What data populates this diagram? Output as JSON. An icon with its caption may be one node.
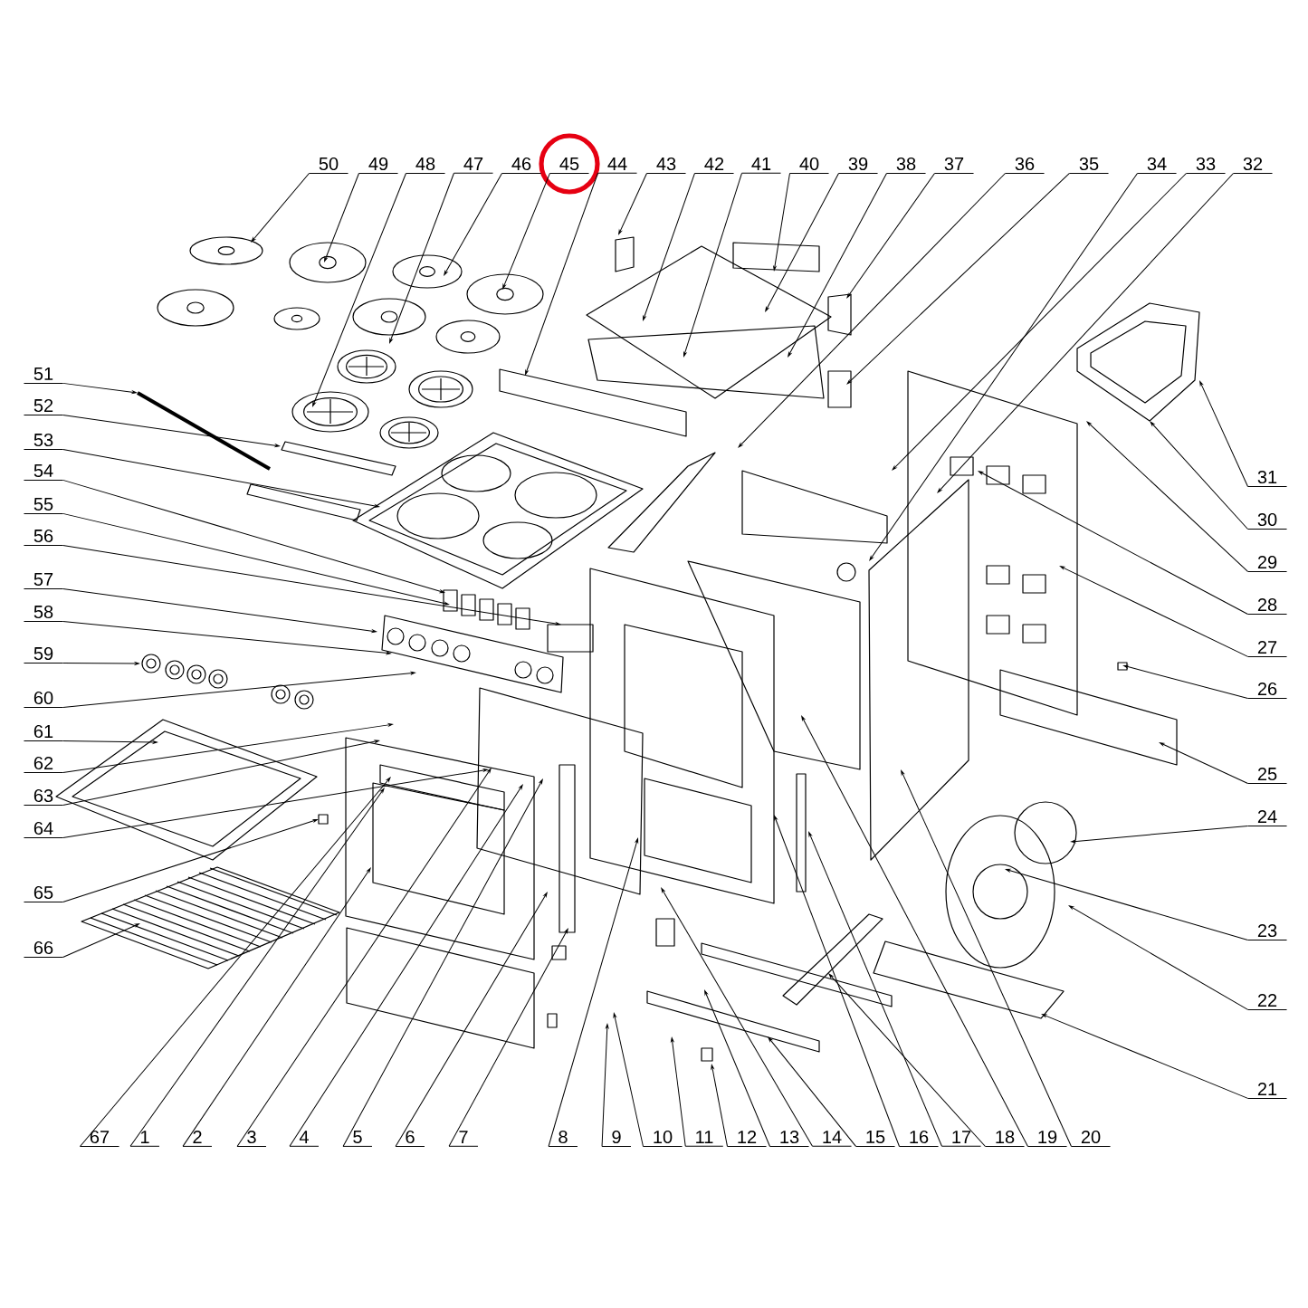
{
  "diagram": {
    "nodes": [
      {
        "text": [
          "1"
        ]
      },
      {
        "text": [
          "2"
        ]
      },
      {
        "text": [
          "3"
        ]
      },
      {
        "text": [
          "4"
        ]
      },
      {
        "text": [
          "5"
        ]
      },
      {
        "text": [
          "6"
        ]
      },
      {
        "text": [
          "7"
        ]
      },
      {
        "text": [
          "8"
        ]
      },
      {
        "text": [
          "9"
        ]
      },
      {
        "text": [
          "10"
        ]
      },
      {
        "text": [
          "11"
        ]
      },
      {
        "text": [
          "12"
        ]
      },
      {
        "text": [
          "13"
        ]
      },
      {
        "text": [
          "14"
        ]
      },
      {
        "text": [
          "15"
        ]
      },
      {
        "text": [
          "16"
        ]
      },
      {
        "text": [
          "17"
        ]
      },
      {
        "text": [
          "18"
        ]
      },
      {
        "text": [
          "19"
        ]
      },
      {
        "text": [
          "20"
        ]
      },
      {
        "text": [
          "21"
        ]
      },
      {
        "text": [
          "22"
        ]
      },
      {
        "text": [
          "23"
        ]
      },
      {
        "text": [
          "24"
        ]
      },
      {
        "text": [
          "25"
        ]
      },
      {
        "text": [
          "26"
        ]
      },
      {
        "text": [
          "27"
        ]
      },
      {
        "text": [
          "28"
        ]
      },
      {
        "text": [
          "29"
        ]
      },
      {
        "text": [
          "30"
        ]
      },
      {
        "text": [
          "31"
        ]
      },
      {
        "text": [
          "32"
        ]
      },
      {
        "text": [
          "33"
        ]
      },
      {
        "text": [
          "34"
        ]
      },
      {
        "text": [
          "35"
        ]
      },
      {
        "text": [
          "36"
        ]
      },
      {
        "text": [
          "37"
        ]
      },
      {
        "text": [
          "38"
        ]
      },
      {
        "text": [
          "39"
        ]
      },
      {
        "text": [
          "40"
        ]
      },
      {
        "text": [
          "41"
        ]
      },
      {
        "text": [
          "42"
        ]
      },
      {
        "text": [
          "43"
        ]
      },
      {
        "text": [
          "44"
        ]
      },
      {
        "text": [
          "45"
        ]
      },
      {
        "text": [
          "46"
        ]
      },
      {
        "text": [
          "47"
        ]
      },
      {
        "text": [
          "48"
        ]
      },
      {
        "text": [
          "49"
        ]
      },
      {
        "text": [
          "50"
        ]
      },
      {
        "text": [
          "51"
        ]
      },
      {
        "text": [
          "52"
        ]
      },
      {
        "text": [
          "53"
        ]
      },
      {
        "text": [
          "54"
        ]
      },
      {
        "text": [
          "55"
        ]
      },
      {
        "text": [
          "56"
        ]
      },
      {
        "text": [
          "57"
        ]
      },
      {
        "text": [
          "58"
        ]
      },
      {
        "text": [
          "59"
        ]
      },
      {
        "text": [
          "60"
        ]
      },
      {
        "text": [
          "61"
        ]
      },
      {
        "text": [
          "62"
        ]
      },
      {
        "text": [
          "63"
        ]
      },
      {
        "text": [
          "64"
        ]
      },
      {
        "text": [
          "65"
        ]
      },
      {
        "text": [
          "66"
        ]
      },
      {
        "text": [
          "67"
        ]
      }
    ],
    "edges": [
      {
        "from": 0,
        "to": null,
        "arrow": "to"
      },
      {
        "from": 1,
        "to": null,
        "arrow": "to"
      },
      {
        "from": 2,
        "to": null,
        "arrow": "to"
      },
      {
        "from": 3,
        "to": null,
        "arrow": "to"
      },
      {
        "from": 4,
        "to": null,
        "arrow": "to"
      },
      {
        "from": 5,
        "to": null,
        "arrow": "to"
      },
      {
        "from": 6,
        "to": null,
        "arrow": "to"
      },
      {
        "from": 7,
        "to": null,
        "arrow": "to"
      },
      {
        "from": 8,
        "to": null,
        "arrow": "to"
      },
      {
        "from": 9,
        "to": null,
        "arrow": "to"
      },
      {
        "from": 10,
        "to": null,
        "arrow": "to"
      },
      {
        "from": 11,
        "to": null,
        "arrow": "to"
      },
      {
        "from": 12,
        "to": null,
        "arrow": "to"
      },
      {
        "from": 13,
        "to": null,
        "arrow": "to"
      },
      {
        "from": 14,
        "to": null,
        "arrow": "to"
      },
      {
        "from": 15,
        "to": null,
        "arrow": "to"
      },
      {
        "from": 16,
        "to": null,
        "arrow": "to"
      },
      {
        "from": 17,
        "to": null,
        "arrow": "to"
      },
      {
        "from": 18,
        "to": null,
        "arrow": "to"
      },
      {
        "from": 19,
        "to": null,
        "arrow": "to"
      },
      {
        "from": 20,
        "to": null,
        "arrow": "to"
      },
      {
        "from": 21,
        "to": null,
        "arrow": "to"
      },
      {
        "from": 22,
        "to": null,
        "arrow": "to"
      },
      {
        "from": 23,
        "to": null,
        "arrow": "to"
      },
      {
        "from": 24,
        "to": null,
        "arrow": "to"
      },
      {
        "from": 25,
        "to": null,
        "arrow": "to"
      },
      {
        "from": 26,
        "to": null,
        "arrow": "to"
      },
      {
        "from": 27,
        "to": null,
        "arrow": "to"
      },
      {
        "from": 28,
        "to": null,
        "arrow": "to"
      },
      {
        "from": 29,
        "to": null,
        "arrow": "to"
      },
      {
        "from": 30,
        "to": null,
        "arrow": "to"
      },
      {
        "from": 31,
        "to": null,
        "arrow": "to"
      },
      {
        "from": 32,
        "to": null,
        "arrow": "to"
      },
      {
        "from": 33,
        "to": null,
        "arrow": "to"
      },
      {
        "from": 34,
        "to": null,
        "arrow": "to"
      },
      {
        "from": 35,
        "to": null,
        "arrow": "to"
      },
      {
        "from": 36,
        "to": null,
        "arrow": "to"
      },
      {
        "from": 37,
        "to": null,
        "arrow": "to"
      },
      {
        "from": 38,
        "to": null,
        "arrow": "to"
      },
      {
        "from": 39,
        "to": null,
        "arrow": "to"
      },
      {
        "from": 40,
        "to": null,
        "arrow": "to"
      },
      {
        "from": 41,
        "to": null,
        "arrow": "to"
      },
      {
        "from": 42,
        "to": null,
        "arrow": "to"
      },
      {
        "from": 43,
        "to": null,
        "arrow": "to"
      },
      {
        "from": 44,
        "to": null,
        "arrow": "to"
      },
      {
        "from": 45,
        "to": null,
        "arrow": "to"
      },
      {
        "from": 46,
        "to": null,
        "arrow": "to"
      },
      {
        "from": 47,
        "to": null,
        "arrow": "to"
      },
      {
        "from": 48,
        "to": null,
        "arrow": "to"
      },
      {
        "from": 49,
        "to": null,
        "arrow": "to"
      },
      {
        "from": 50,
        "to": null,
        "arrow": "to"
      },
      {
        "from": 51,
        "to": null,
        "arrow": "to"
      },
      {
        "from": 52,
        "to": null,
        "arrow": "to"
      },
      {
        "from": 53,
        "to": null,
        "arrow": "to"
      },
      {
        "from": 54,
        "to": null,
        "arrow": "to"
      },
      {
        "from": 55,
        "to": null,
        "arrow": "to"
      },
      {
        "from": 56,
        "to": null,
        "arrow": "to"
      },
      {
        "from": 57,
        "to": null,
        "arrow": "to"
      },
      {
        "from": 58,
        "to": null,
        "arrow": "to"
      },
      {
        "from": 59,
        "to": null,
        "arrow": "to"
      },
      {
        "from": 60,
        "to": null,
        "arrow": "to"
      },
      {
        "from": 61,
        "to": null,
        "arrow": "to"
      },
      {
        "from": 62,
        "to": null,
        "arrow": "to"
      },
      {
        "from": 63,
        "to": null,
        "arrow": "to"
      },
      {
        "from": 64,
        "to": null,
        "arrow": "to"
      },
      {
        "from": 65,
        "to": null,
        "arrow": "to"
      },
      {
        "from": 66,
        "to": null,
        "arrow": "to"
      }
    ]
  }
}
